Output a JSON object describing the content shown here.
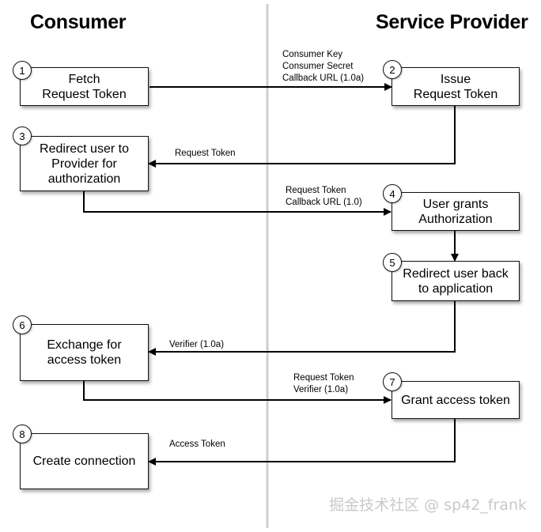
{
  "columns": {
    "consumer": "Consumer",
    "provider": "Service Provider"
  },
  "steps": [
    {
      "number": "1",
      "label": "Fetch\nRequest Token"
    },
    {
      "number": "2",
      "label": "Issue\nRequest Token"
    },
    {
      "number": "3",
      "label": "Redirect user to\nProvider for\nauthorization"
    },
    {
      "number": "4",
      "label": "User grants\nAuthorization"
    },
    {
      "number": "5",
      "label": "Redirect user back\nto application"
    },
    {
      "number": "6",
      "label": "Exchange for\naccess token"
    },
    {
      "number": "7",
      "label": "Grant access token"
    },
    {
      "number": "8",
      "label": "Create connection"
    }
  ],
  "flows": {
    "f12": [
      "Consumer Key",
      "Consumer Secret",
      "Callback URL (1.0a)"
    ],
    "f23": [
      "Request Token"
    ],
    "f34": [
      "Request Token",
      "Callback URL (1.0)"
    ],
    "f56": [
      "Verifier (1.0a)"
    ],
    "f67": [
      "Request Token",
      "Verifier (1.0a)"
    ],
    "f78": [
      "Access Token"
    ]
  },
  "watermark": "掘金技术社区 @ sp42_frank"
}
